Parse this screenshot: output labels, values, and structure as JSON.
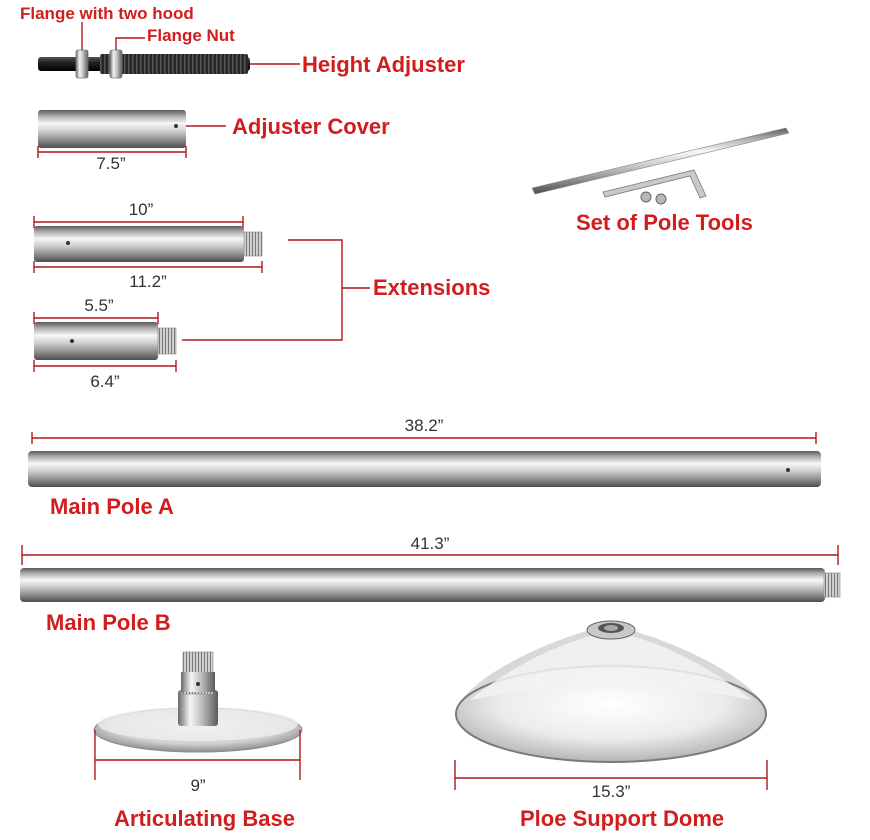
{
  "labels": {
    "flange_hood": "Flange with two hood",
    "flange_nut": "Flange Nut",
    "height_adjuster": "Height Adjuster",
    "adjuster_cover": "Adjuster Cover",
    "pole_tools": "Set of Pole Tools",
    "extensions": "Extensions",
    "main_pole_a": "Main Pole A",
    "main_pole_b": "Main Pole B",
    "articulating_base": "Articulating Base",
    "support_dome": "Ploe Support Dome"
  },
  "dimensions": {
    "cover": "7.5”",
    "ext1_body": "10”",
    "ext1_total": "11.2”",
    "ext2_body": "5.5”",
    "ext2_total": "6.4”",
    "pole_a": "38.2”",
    "pole_b": "41.3”",
    "base": "9”",
    "dome": "15.3”"
  },
  "colors": {
    "accent": "#d11d1d",
    "dimension_line": "#b01818",
    "chrome_light": "#f2f2f2",
    "chrome_dark": "#6e6e6e"
  },
  "icons": {
    "height_adjuster": "threaded-rod-icon",
    "tools": "allen-key-icon"
  }
}
